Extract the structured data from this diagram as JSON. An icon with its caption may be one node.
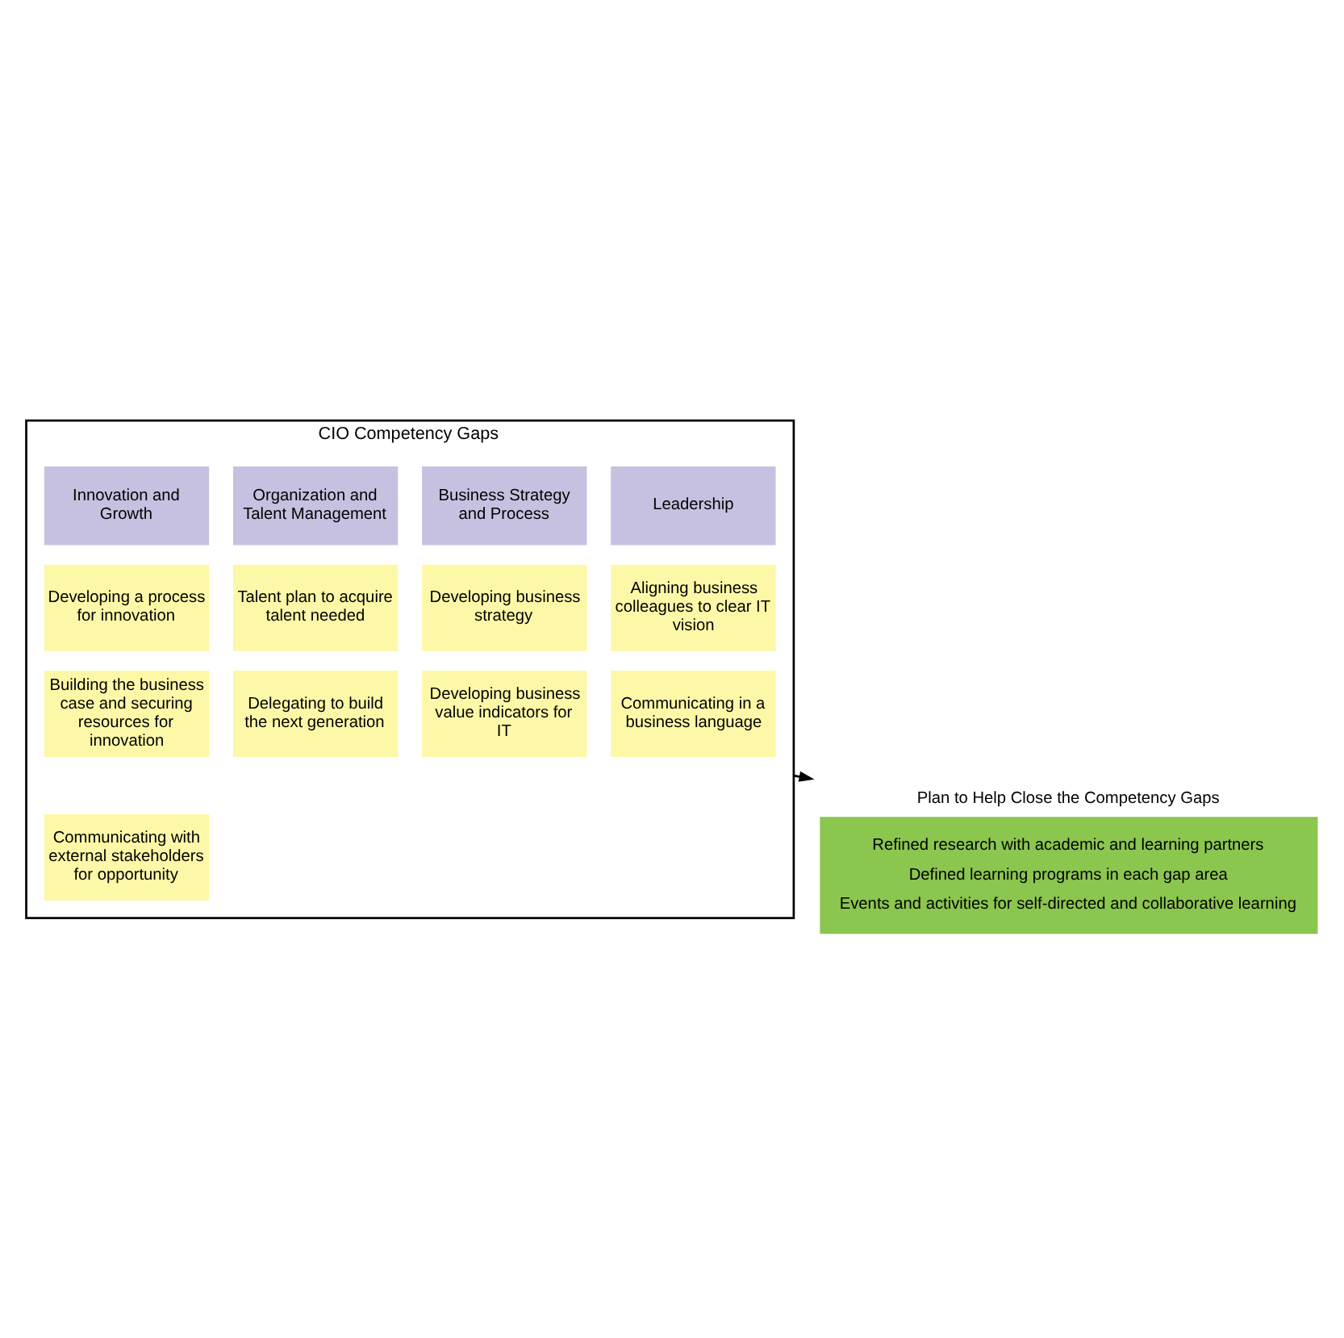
{
  "diagram": {
    "nodes": [
      {
        "text": [
          "CIO Competency Gaps"
        ]
      },
      {
        "text": [
          "Leadership"
        ],
        "in": 0
      },
      {
        "text": [
          "Aligning business colleagues to clear IT vision"
        ],
        "in": 0
      },
      {
        "text": [
          "Communicating in a business language"
        ],
        "in": 0
      },
      {
        "text": [
          "Business Strategy and Process"
        ],
        "in": 0
      },
      {
        "text": [
          "Developing business strategy"
        ],
        "in": 0
      },
      {
        "text": [
          "Developing business value indicators for IT"
        ],
        "in": 0
      },
      {
        "text": [
          "Innovation and Growth"
        ],
        "in": 0
      },
      {
        "text": [
          "Developing a process for innovation"
        ],
        "in": 0
      },
      {
        "text": [
          "Building the business case and securing resources for innovation"
        ],
        "in": 0
      },
      {
        "text": [
          "Communicating with external stakeholders for opportunity"
        ],
        "in": 0
      },
      {
        "text": [
          "Organization and Talent Management"
        ],
        "in": 0
      },
      {
        "text": [
          "Talent plan to acquire talent needed"
        ],
        "in": 0
      },
      {
        "text": [
          "Delegating to build the next generation"
        ],
        "in": 0
      },
      {
        "text": [
          "Plan to Help Close the Competency Gaps",
          "Refined research with academic and learning partners",
          "Defined learning programs in each gap area",
          "Events and activities for self-directed and collaborative learning"
        ]
      }
    ],
    "edges": [
      {
        "from": 0,
        "to": 14,
        "arrow": "to"
      }
    ]
  }
}
